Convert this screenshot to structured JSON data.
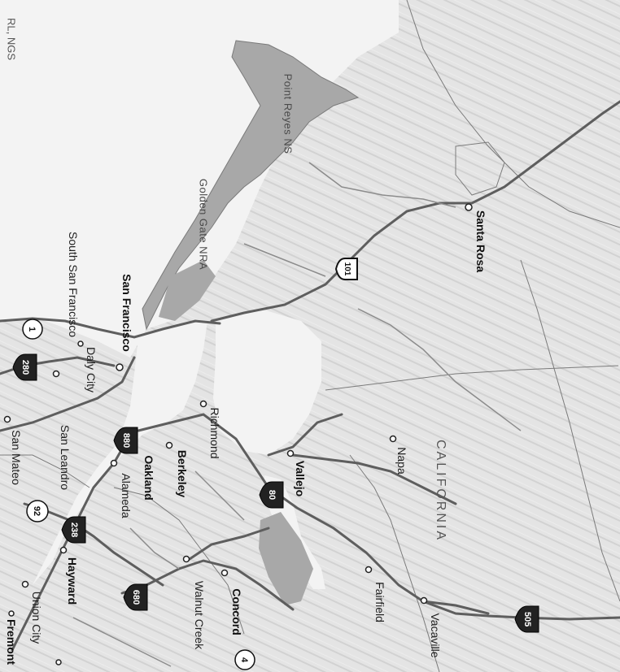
{
  "credit": "RL, NGS",
  "state_label": "CALIFORNIA",
  "parks": {
    "point_reyes": "Point Reyes NS",
    "golden_gate": "Golden Gate NRA"
  },
  "cities": {
    "san_francisco": "San Francisco",
    "south_san_francisco": "South San Francisco",
    "daly_city": "Daly City",
    "san_mateo": "San Mateo",
    "san_leandro": "San Leandro",
    "oakland": "Oakland",
    "alameda": "Alameda",
    "berkeley": "Berkeley",
    "richmond": "Richmond",
    "vallejo": "Vallejo",
    "napa": "Napa",
    "santa_rosa": "Santa Rosa",
    "hayward": "Hayward",
    "union_city": "Union City",
    "fremont": "Fremont",
    "walnut_creek": "Walnut Creek",
    "concord": "Concord",
    "fairfield": "Fairfield",
    "vacaville": "Vacaville"
  },
  "shields": {
    "us_101": "101",
    "ca_1": "1",
    "i_280": "280",
    "i_880": "880",
    "i_238": "238",
    "ca_92": "92",
    "i_80": "80",
    "i_680": "680",
    "i_505": "505",
    "ca_4": "4"
  },
  "colors": {
    "land": "#e6e6e6",
    "water": "#f3f3f3",
    "parkland": "#a8a8a8",
    "roads": "#5e5e5e",
    "shield_interstate": "#222222"
  }
}
